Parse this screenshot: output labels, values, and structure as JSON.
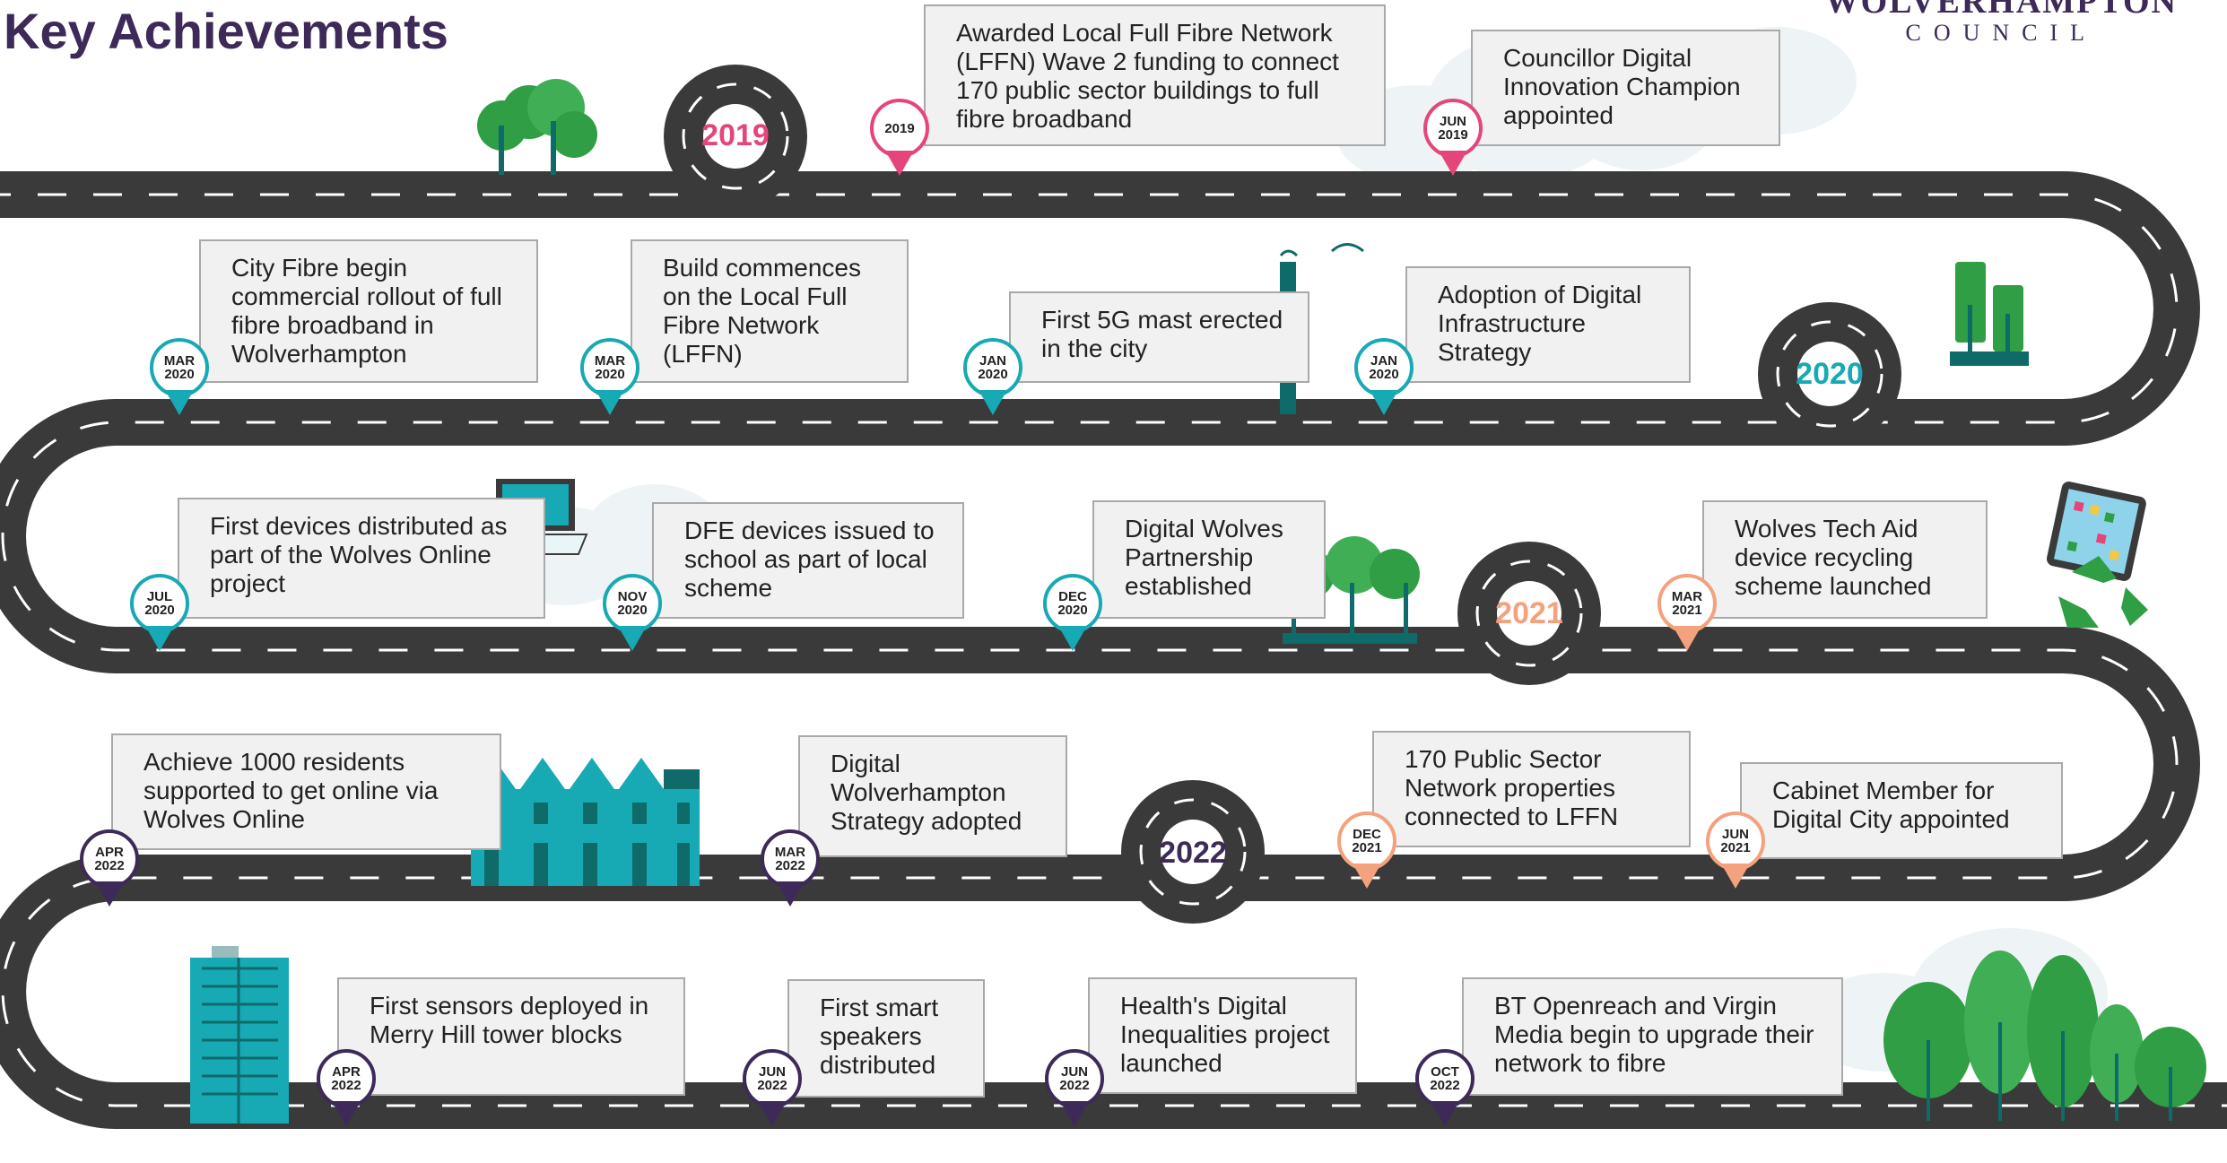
{
  "page_title": "Key Achievements",
  "logo": {
    "line1": "WOLVERHAMPTON",
    "line2": "COUNCIL"
  },
  "colors": {
    "road": "#3a3a3a",
    "title": "#3d2a58",
    "pink_2019": "#e6457a",
    "teal_2020": "#17a9b4",
    "peach_2021": "#f4a27e",
    "purple_2022": "#3d2a58",
    "green": "#2f9e44",
    "teal_dark": "#0f6a6a"
  },
  "years": {
    "y2019": "2019",
    "y2020": "2020",
    "y2021": "2021",
    "y2022": "2022"
  },
  "milestones": [
    {
      "id": "m1",
      "date_top": "2019",
      "date_bottom": "",
      "text": "Awarded Local Full Fibre Network (LFFN) Wave 2 funding to connect 170 public sector buildings to full fibre broadband",
      "color": "pink_2019"
    },
    {
      "id": "m2",
      "date_top": "JUN",
      "date_bottom": "2019",
      "text": "Councillor Digital Innovation Champion appointed",
      "color": "pink_2019"
    },
    {
      "id": "m3",
      "date_top": "MAR",
      "date_bottom": "2020",
      "text": "City Fibre begin commercial rollout of full fibre broadband in Wolverhampton",
      "color": "teal_2020"
    },
    {
      "id": "m4",
      "date_top": "MAR",
      "date_bottom": "2020",
      "text": "Build commences on the Local Full Fibre Network (LFFN)",
      "color": "teal_2020"
    },
    {
      "id": "m5",
      "date_top": "JAN",
      "date_bottom": "2020",
      "text": "First 5G mast erected in the city",
      "color": "teal_2020"
    },
    {
      "id": "m6",
      "date_top": "JAN",
      "date_bottom": "2020",
      "text": "Adoption of Digital Infrastructure Strategy",
      "color": "teal_2020"
    },
    {
      "id": "m7",
      "date_top": "JUL",
      "date_bottom": "2020",
      "text": "First devices distributed as part of the Wolves Online project",
      "color": "teal_2020"
    },
    {
      "id": "m8",
      "date_top": "NOV",
      "date_bottom": "2020",
      "text": "DFE devices issued to school as part of local scheme",
      "color": "teal_2020"
    },
    {
      "id": "m9",
      "date_top": "DEC",
      "date_bottom": "2020",
      "text": "Digital Wolves Partnership established",
      "color": "teal_2020"
    },
    {
      "id": "m10",
      "date_top": "MAR",
      "date_bottom": "2021",
      "text": "Wolves Tech Aid device recycling scheme launched",
      "color": "peach_2021"
    },
    {
      "id": "m11",
      "date_top": "APR",
      "date_bottom": "2022",
      "text": "Achieve 1000 residents supported to get online via Wolves Online",
      "color": "purple_2022"
    },
    {
      "id": "m12",
      "date_top": "MAR",
      "date_bottom": "2022",
      "text": "Digital Wolverhampton Strategy adopted",
      "color": "purple_2022"
    },
    {
      "id": "m13",
      "date_top": "DEC",
      "date_bottom": "2021",
      "text": "170 Public Sector Network properties connected to LFFN",
      "color": "peach_2021"
    },
    {
      "id": "m14",
      "date_top": "JUN",
      "date_bottom": "2021",
      "text": "Cabinet Member for Digital City appointed",
      "color": "peach_2021"
    },
    {
      "id": "m15",
      "date_top": "APR",
      "date_bottom": "2022",
      "text": "First sensors deployed in Merry Hill tower blocks",
      "color": "purple_2022"
    },
    {
      "id": "m16",
      "date_top": "JUN",
      "date_bottom": "2022",
      "text": "First smart speakers distributed",
      "color": "purple_2022"
    },
    {
      "id": "m17",
      "date_top": "JUN",
      "date_bottom": "2022",
      "text": "Health's Digital Inequalities project launched",
      "color": "purple_2022"
    },
    {
      "id": "m18",
      "date_top": "OCT",
      "date_bottom": "2022",
      "text": "BT Openreach and Virgin Media begin to upgrade their network to fibre",
      "color": "purple_2022"
    }
  ],
  "icons": [
    "trees-icon",
    "5g-mast-icon",
    "laptop-icon",
    "tablet-icon",
    "recycle-icon",
    "terrace-houses-icon",
    "tower-block-icon",
    "forest-icon",
    "tree-pair-icon",
    "pavilion-icon"
  ]
}
